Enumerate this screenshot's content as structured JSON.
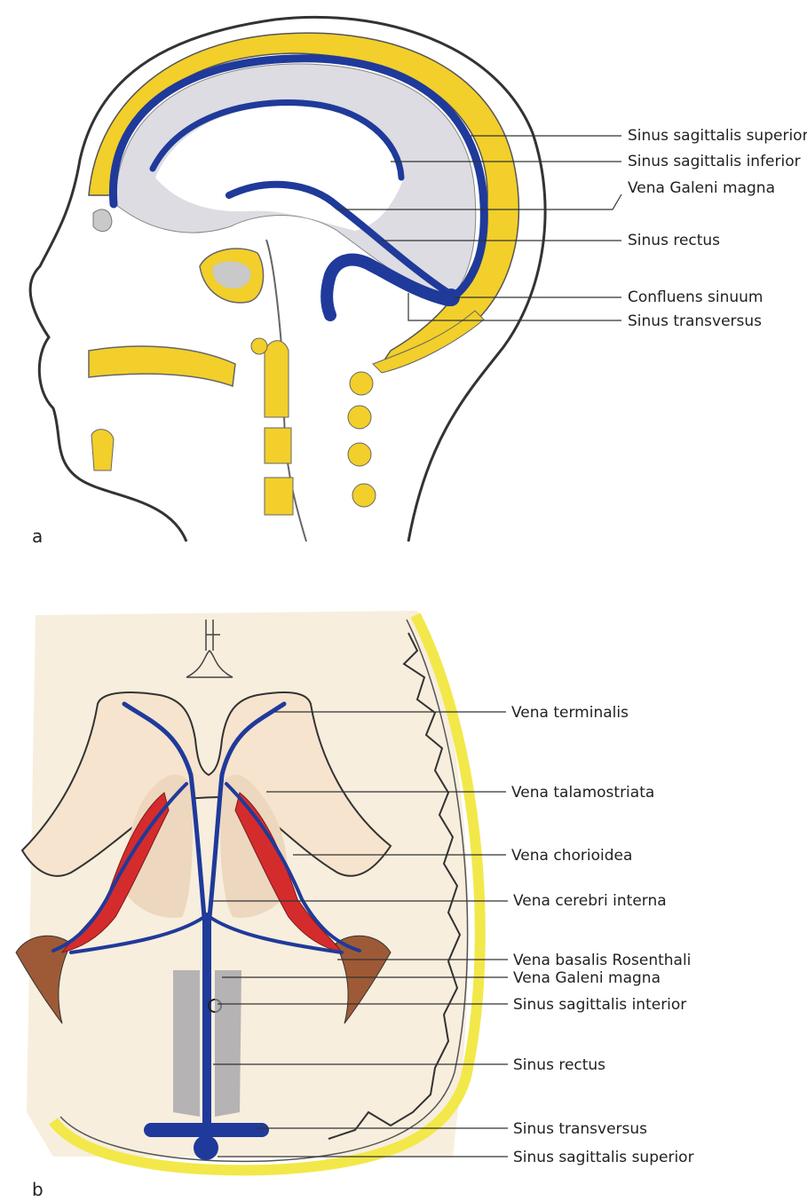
{
  "figure": {
    "panel_a": {
      "letter": "a",
      "labels": [
        "Sinus sagittalis superior",
        "Sinus sagittalis inferior",
        "Vena Galeni magna",
        "Sinus rectus",
        "Confluens sinuum",
        "Sinus transversus"
      ]
    },
    "panel_b": {
      "letter": "b",
      "labels": [
        "Vena terminalis",
        "Vena talamostriata",
        "Vena chorioidea",
        "Vena cerebri interna",
        "Vena basalis Rosenthali",
        "Vena Galeni magna",
        "Sinus sagittalis interior",
        "Sinus rectus",
        "Sinus transversus",
        "Sinus sagittalis superior"
      ]
    }
  },
  "colors": {
    "vein": "#1f3a9a",
    "bone": "#f2cf2a",
    "brain": "#d7d7de",
    "plexus": "#d42c2c",
    "tissue": "#c98a5a",
    "paper": "#f5ecd9",
    "outline": "#333333"
  }
}
